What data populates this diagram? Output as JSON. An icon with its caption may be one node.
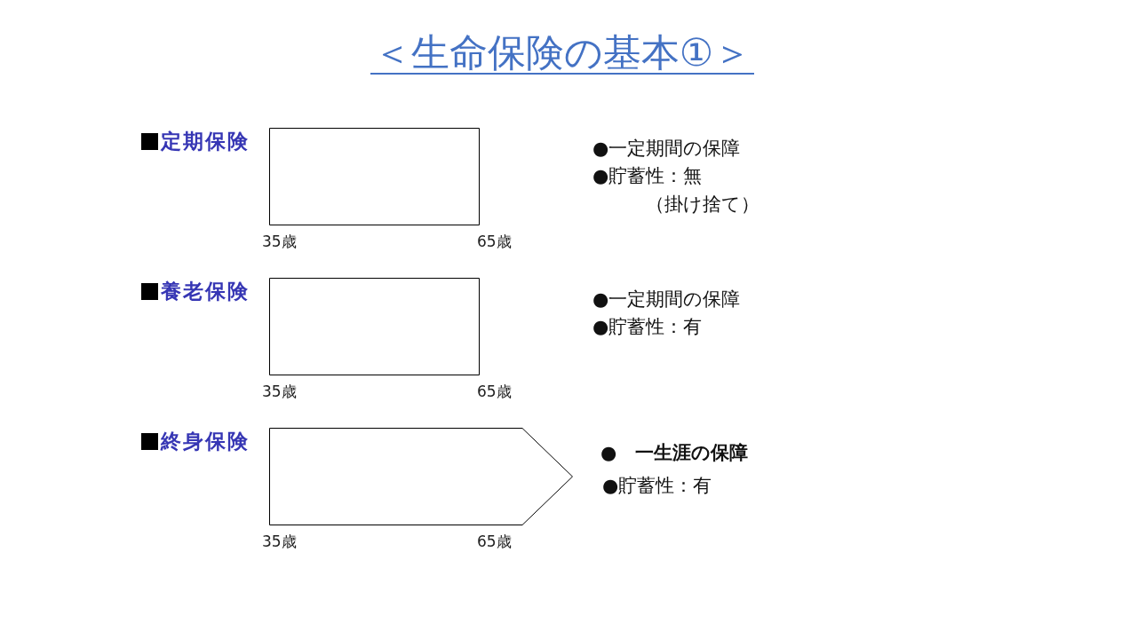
{
  "diagram": {
    "title": "＜生命保険の基本①＞",
    "nodes": [
      {
        "text": [
          "定期保険"
        ],
        "beside": [
          "35歳",
          "65歳",
          "●一定期間の保障",
          "●貯蓄性：無",
          "（掛け捨て）"
        ]
      },
      {
        "text": [
          "養老保険"
        ],
        "beside": [
          "35歳",
          "65歳",
          "●一定期間の保障",
          "●貯蓄性：有"
        ]
      },
      {
        "text": [
          "終身保険"
        ],
        "beside": [
          "35歳",
          "65歳",
          "●　一生涯の保障",
          "●貯蓄性：有"
        ]
      }
    ],
    "edges": []
  }
}
